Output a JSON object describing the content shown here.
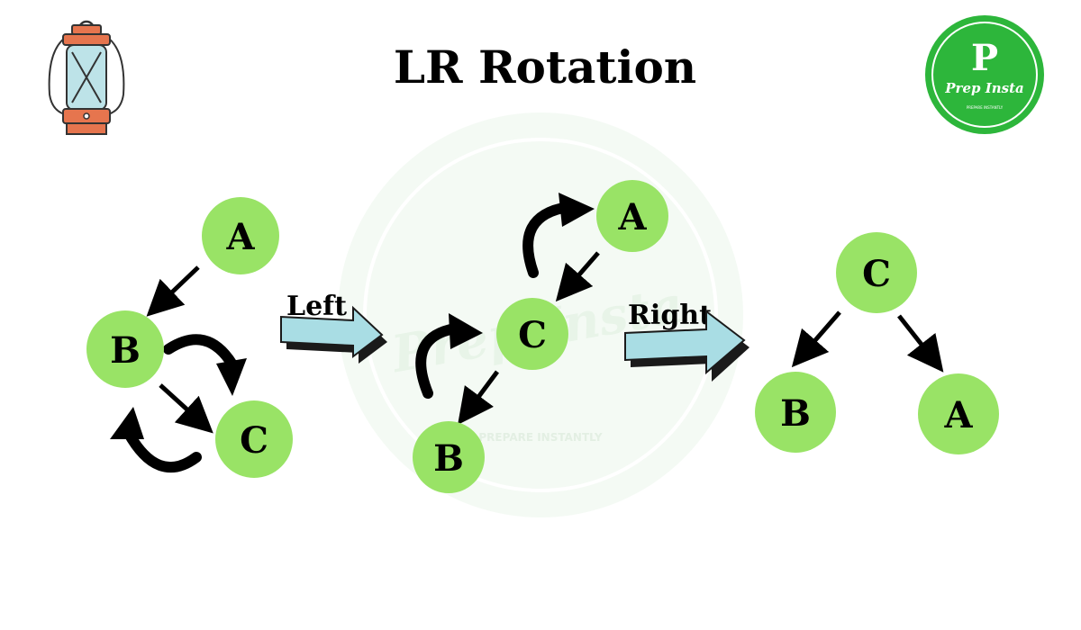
{
  "title": "LR Rotation",
  "brand": {
    "logo_letter": "P",
    "logo_name": "Prep Insta",
    "tagline": "PREPARE INSTANTLY"
  },
  "colors": {
    "node_fill": "#99e366",
    "arrow_fill": "#a9dde4",
    "logo_green": "#2db63b",
    "lantern_orange": "#e6754e"
  },
  "icons": [
    "lantern-icon",
    "prepinsta-logo"
  ],
  "steps": [
    {
      "id": "before",
      "nodes": [
        "A",
        "B",
        "C"
      ]
    },
    {
      "id": "after-left",
      "nodes": [
        "A",
        "C",
        "B"
      ]
    },
    {
      "id": "after-right",
      "nodes": [
        "C",
        "B",
        "A"
      ]
    }
  ],
  "transitions": {
    "left": "Left",
    "right": "Right"
  }
}
